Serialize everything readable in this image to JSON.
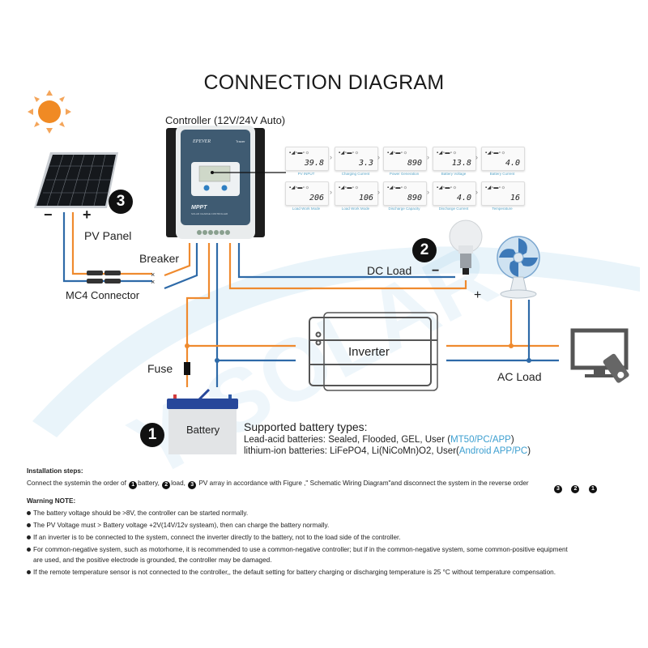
{
  "title": "CONNECTION DIAGRAM",
  "controller": {
    "label": "Controller (12V/24V Auto)",
    "brand": "EPEVER",
    "model_line": "Tracer",
    "product": "MPPT",
    "product_sub": "SOLAR CHARGE CONTROLLER"
  },
  "display_screens": [
    {
      "value": "39.8",
      "caption": "PV INPUT"
    },
    {
      "value": "3.3",
      "caption": "Charging Current"
    },
    {
      "value": "890",
      "caption": "Power Generation"
    },
    {
      "value": "13.8",
      "caption": "Battery Voltage"
    },
    {
      "value": "4.0",
      "caption": "Battery Current"
    },
    {
      "value": "206",
      "caption": "Load Work Mode"
    },
    {
      "value": "106",
      "caption": "Load Work Mode"
    },
    {
      "value": "890",
      "caption": "Discharge Capacity"
    },
    {
      "value": "4.0",
      "caption": "Discharge Current"
    },
    {
      "value": "16",
      "caption": "Temperature"
    }
  ],
  "components": {
    "pv_panel": "PV Panel",
    "pv_minus": "−",
    "pv_plus": "+",
    "breaker": "Breaker",
    "mc4": "MC4 Connector",
    "fuse": "Fuse",
    "battery": "Battery",
    "inverter": "Inverter",
    "dc_load": "DC Load",
    "dc_minus": "−",
    "dc_plus": "+",
    "ac_load": "AC Load",
    "watermark": "Y-SOLAR"
  },
  "badges": {
    "battery": "1",
    "load": "2",
    "pv": "3"
  },
  "battery_types": {
    "heading": "Supported battery types:",
    "lead_acid_prefix": "Lead-acid batteries: Sealed, Flooded, GEL, User (",
    "lead_acid_link": "MT50/PC/APP",
    "lead_acid_suffix": ")",
    "lithium_prefix": "lithium-ion batteries: LiFePO4, Li(NiCoMn)O2, User(",
    "lithium_link": "Android APP/PC",
    "lithium_suffix": ")"
  },
  "installation": {
    "heading": "Installation steps:",
    "text_start": "Connect the systemin the order of ",
    "step1": "battery, ",
    "step2": "load, ",
    "step3": "PV array in accordance with Figure ,\" Schematic Wiring Diagram\"and disconnect the system in the reverse order",
    "reverse_order": [
      "3",
      "2",
      "1"
    ]
  },
  "warning": {
    "heading": "Warning NOTE:",
    "items": [
      "The battery voltage should be >8V, the controller can be started normally.",
      "The PV Voltage must > Battery voltage +2V(14V/12v systeam),  then can charge the battery normally.",
      "If an inverter is to be connected to the system, connect the inverter directly to the battery, not to the load side of the controller.",
      "For common-negative system, such as motorhome, it is recommended to use a common-negative controller; but if in the common-negative system, some common-positive equipment",
      "If the remote temperature sensor is not connected to the controller,, the default setting for battery charging or discharging temperature is 25 °C without temperature compensation."
    ],
    "item4_continuation": "are used, and the positive electrode is grounded, the controller may be damaged."
  },
  "colors": {
    "positive_wire": "#ef8a2e",
    "negative_wire": "#2e6aa8",
    "sun": "#f08a24",
    "controller_body": "#3f5b72",
    "link": "#3d9fd0"
  }
}
